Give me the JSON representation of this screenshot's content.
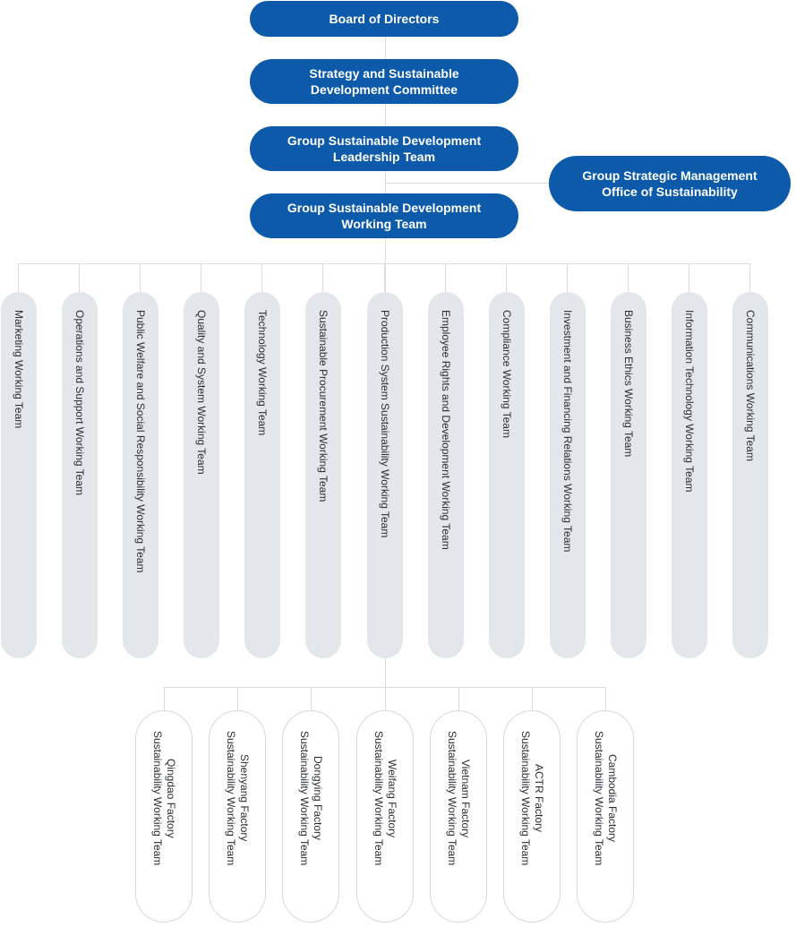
{
  "top_chain": [
    {
      "lines": [
        "Board of Directors"
      ]
    },
    {
      "lines": [
        "Strategy and Sustainable",
        "Development Committee"
      ]
    },
    {
      "lines": [
        "Group Sustainable Development",
        "Leadership Team"
      ]
    },
    {
      "lines": [
        "Group Sustainable Development",
        "Working Team"
      ]
    }
  ],
  "side_office": {
    "lines": [
      "Group Strategic Management",
      "Office of Sustainability"
    ]
  },
  "working_teams": [
    "Marketing Working Team",
    "Operations and Support Working Team",
    "Public Welfare and Social Responsibility Working Team",
    "Quality and System Working Team",
    "Technology Working Team",
    "Sustainable Procurement Working Team",
    "Production System Sustainability Working Team",
    "Employee Rights and Development Working Team",
    "Compliance Working Team",
    "Investment and Financing Relations Working Team",
    "Business Ethics Working Team",
    "Information Technology Working Team",
    "Communications Working Team"
  ],
  "factory_teams": [
    {
      "lines": [
        "Qingdao Factory",
        "Sustainability Working Team"
      ]
    },
    {
      "lines": [
        "Shenyang Factory",
        "Sustainability Working Team"
      ]
    },
    {
      "lines": [
        "Dongying Factory",
        "Sustainability Working Team"
      ]
    },
    {
      "lines": [
        "Weifang Factory",
        "Sustainability Working Team"
      ]
    },
    {
      "lines": [
        "Vietnam Factory",
        "Sustainability Working Team"
      ]
    },
    {
      "lines": [
        "ACTR Factory",
        "Sustainability Working Team"
      ]
    },
    {
      "lines": [
        "Cambodia Factory",
        "Sustainability Working Team"
      ]
    }
  ],
  "colors": {
    "primary": "#0c5aa9",
    "team_fill": "#e3e6ea",
    "connector": "#d9dce1"
  }
}
